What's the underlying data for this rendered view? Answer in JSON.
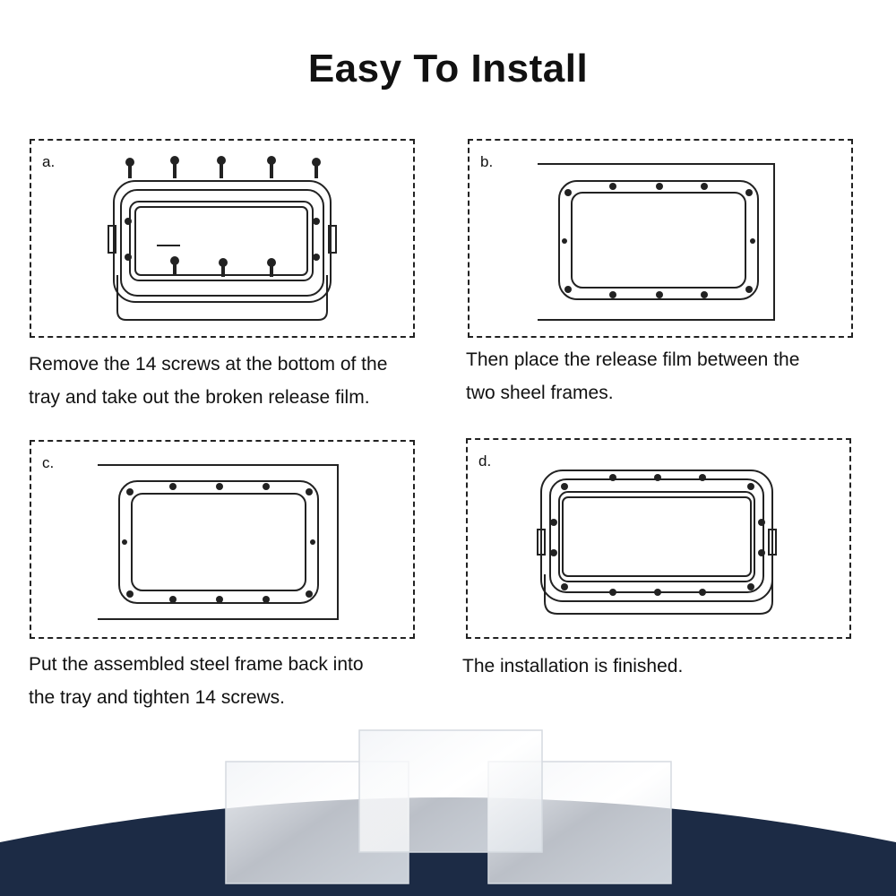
{
  "page": {
    "title": "Easy To Install"
  },
  "steps": [
    {
      "letter": "a.",
      "caption_line1": "Remove the 14 screws at the bottom of the",
      "caption_line2": "tray and take out the broken release film."
    },
    {
      "letter": "b.",
      "caption_line1": "Then place the release film between the",
      "caption_line2": "two sheel frames."
    },
    {
      "letter": "c.",
      "caption_line1": "Put the assembled steel frame back into",
      "caption_line2": "the tray and tighten 14 screws."
    },
    {
      "letter": "d.",
      "caption_line1": "The installation is finished.",
      "caption_line2": ""
    }
  ],
  "colors": {
    "line": "#222222",
    "banner": "#1c2b45",
    "film": "#e8ecf0"
  }
}
